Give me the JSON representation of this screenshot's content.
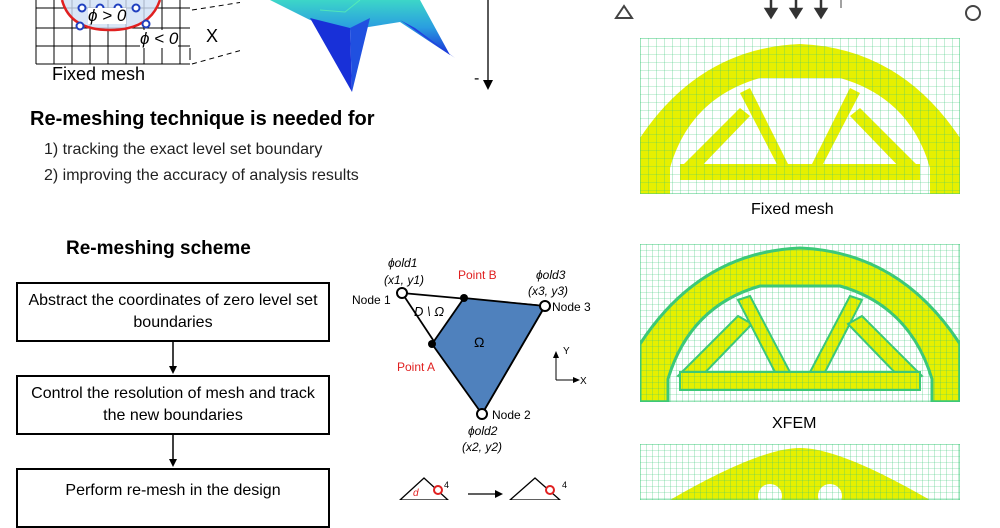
{
  "top_left": {
    "phi_pos": "ϕ > 0",
    "phi_neg": "ϕ < 0",
    "axis_x": "X",
    "fixed_mesh_label": "Fixed mesh",
    "minus_sign": "-"
  },
  "remesh_heading": "Re-meshing technique is needed for",
  "remesh_reasons": [
    "1) tracking the exact level set boundary",
    "2) improving the accuracy of analysis results"
  ],
  "scheme": {
    "title": "Re-meshing scheme",
    "steps": [
      "Abstract the coordinates of zero level set boundaries",
      "Control the resolution of mesh and track the new boundaries",
      "Perform re-mesh in the design"
    ]
  },
  "triangle_diagram": {
    "node1_label": "Node 1",
    "node2_label": "Node 2",
    "node3_label": "Node 3",
    "phi_old1": "ϕold1",
    "phi_old2": "ϕold2",
    "phi_old3": "ϕold3",
    "coord1": "(x1, y1)",
    "coord2": "(x2, y2)",
    "coord3": "(x3, y3)",
    "point_a": "Point A",
    "point_b": "Point B",
    "omega": "Ω",
    "d_minus_omega": "D \\ Ω",
    "axis_x": "X",
    "axis_y": "Y",
    "small_node_4a": "4",
    "small_node_4b": "4",
    "small_d": "d"
  },
  "right_panel": {
    "captions": [
      "Fixed mesh",
      "XFEM"
    ]
  },
  "colors": {
    "material": "#e6f000",
    "mesh_line": "#3cc878",
    "flow_border": "#000000",
    "omega_fill": "#4f81bd",
    "point_red": "#e02020"
  }
}
